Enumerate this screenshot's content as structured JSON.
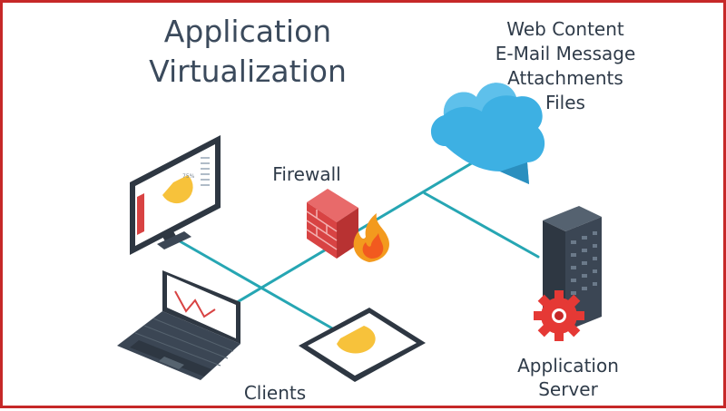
{
  "title": {
    "line1": "Application",
    "line2": "Virtualization"
  },
  "content_types": [
    "Web Content",
    "E-Mail Message",
    "Attachments",
    "Files"
  ],
  "labels": {
    "firewall": "Firewall",
    "clients": "Clients",
    "server_line1": "Application",
    "server_line2": "Server"
  },
  "monitor_chart": {
    "percent_label": "75%"
  },
  "colors": {
    "border": "#c62828",
    "connector": "#26a6b3",
    "cloud": "#3db0e3",
    "firewall_brick": "#d84343",
    "flame": "#f39a1e",
    "device_body": "#3b4654",
    "pie": "#f7c23b",
    "gear": "#e53935"
  }
}
